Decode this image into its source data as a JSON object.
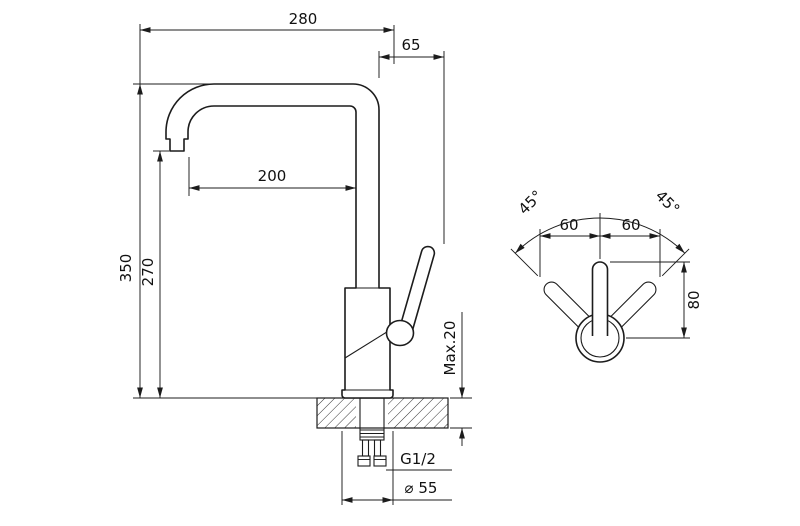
{
  "front_view": {
    "dim_width": "280",
    "dim_handle_offset": "65",
    "dim_reach": "200",
    "dim_height": "350",
    "dim_spout_height": "270",
    "dim_deck_thickness": "Max.20",
    "dim_thread": "G1/2",
    "dim_base_diameter": "⌀ 55"
  },
  "top_view": {
    "dim_angle_left": "45°",
    "dim_angle_right": "45°",
    "dim_swing_left": "60",
    "dim_swing_right": "60",
    "dim_handle_length": "80"
  },
  "colors": {
    "line": "#1c1c1c",
    "background": "#ffffff"
  }
}
